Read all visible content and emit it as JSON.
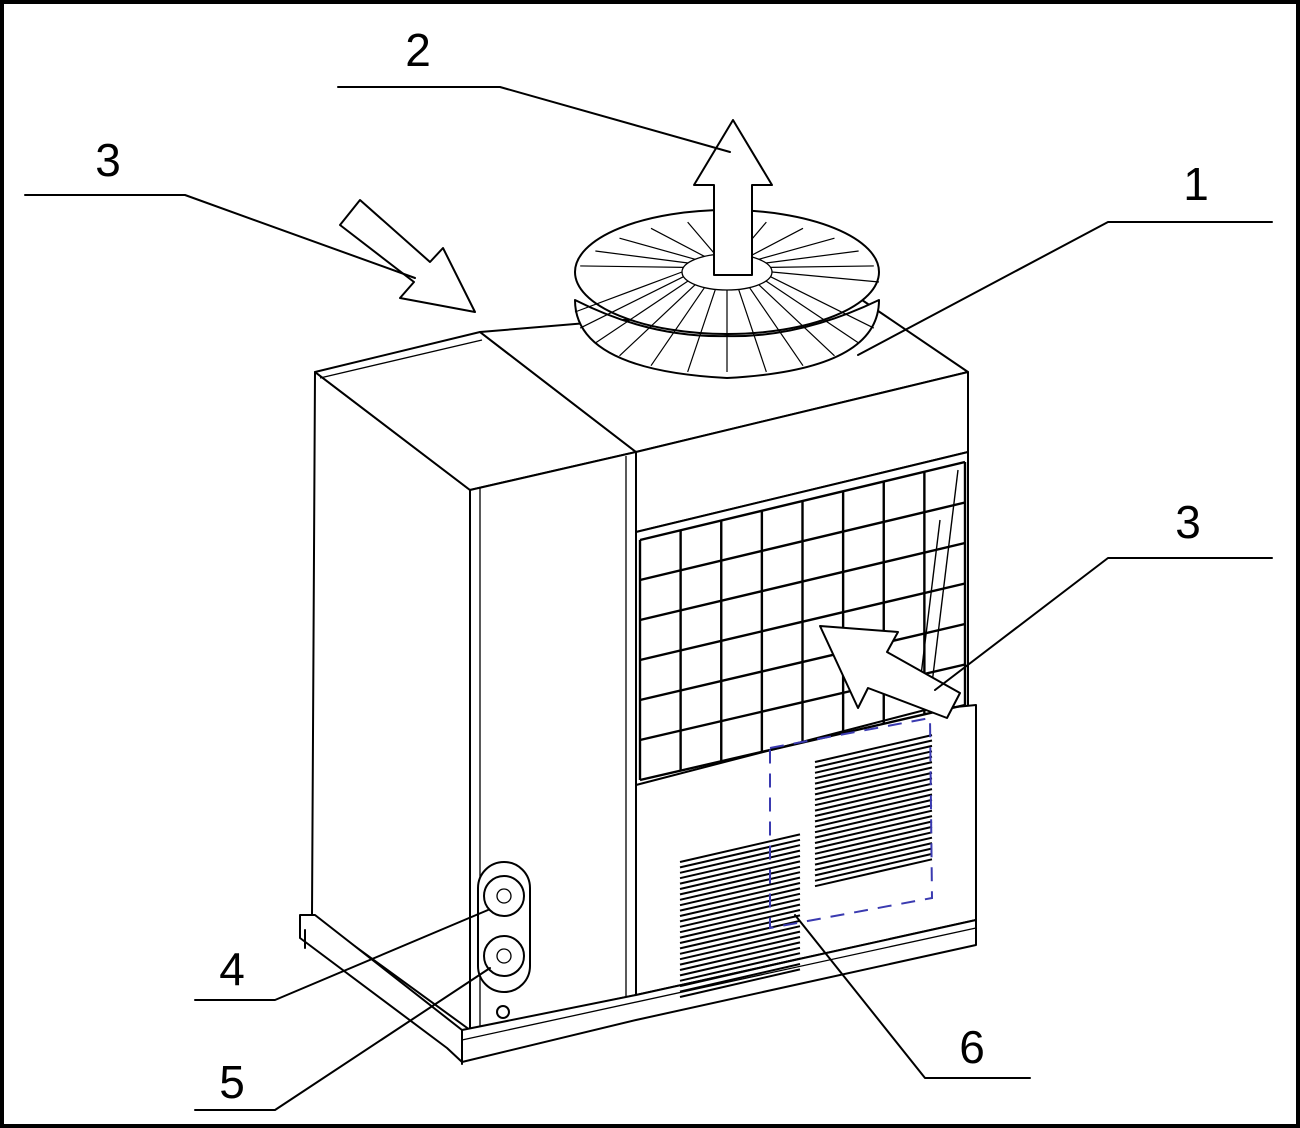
{
  "colors": {
    "line": "#000000",
    "background": "#ffffff",
    "dashed_outline": "#3a3ab0"
  },
  "callouts": [
    {
      "id": "callout-1",
      "text": "1"
    },
    {
      "id": "callout-2",
      "text": "2"
    },
    {
      "id": "callout-3a",
      "text": "3"
    },
    {
      "id": "callout-3b",
      "text": "3"
    },
    {
      "id": "callout-4",
      "text": "4"
    },
    {
      "id": "callout-5",
      "text": "5"
    },
    {
      "id": "callout-6",
      "text": "6"
    }
  ],
  "icons": {
    "airflow_out": "arrow-up-icon",
    "airflow_in_top": "arrow-diagonal-down-icon",
    "airflow_in_side": "arrow-diagonal-up-icon"
  }
}
